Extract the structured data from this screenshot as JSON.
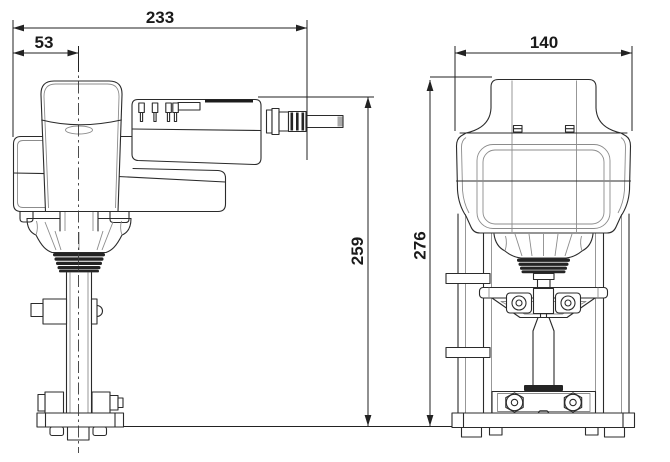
{
  "drawing": {
    "description": "Valve actuator dimensional drawing, side view and front view",
    "side_view": {
      "label_width_total": "233",
      "label_width_stem": "53",
      "label_height": "259"
    },
    "front_view": {
      "label_width": "140",
      "label_height": "276"
    },
    "colors": {
      "line": "#2b2b2b",
      "dim_text": "#1a1a1a",
      "background": "#ffffff"
    }
  }
}
